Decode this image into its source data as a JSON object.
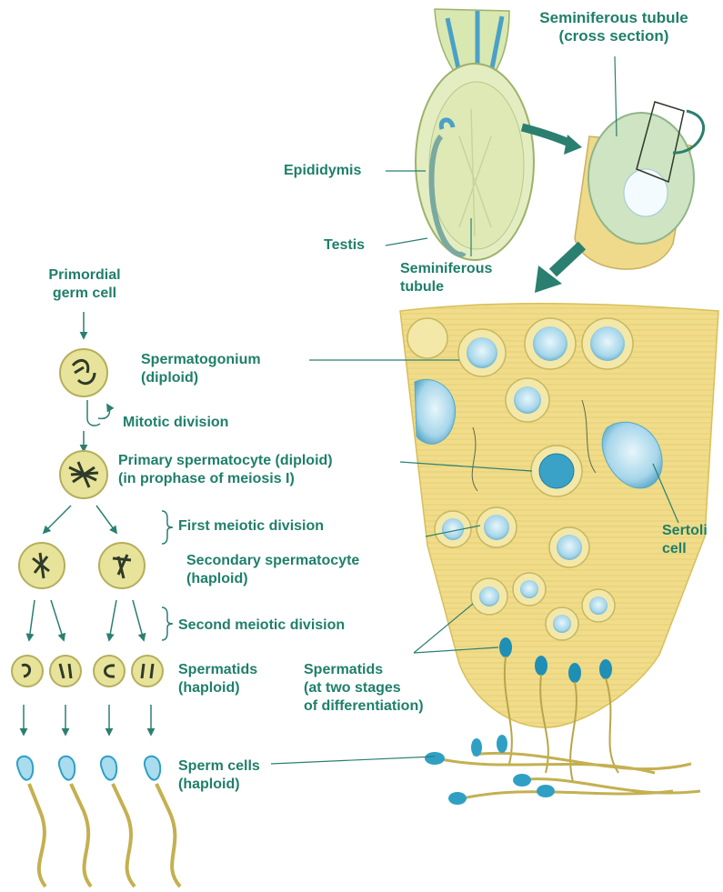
{
  "colors": {
    "label": "#1f7f6a",
    "tissue": "#f0dc8a",
    "tissue_edge": "#d8bf5a",
    "cell_fill": "#f2e7a6",
    "cell_edge": "#c7b760",
    "nucleus": "#9fd3e6",
    "nucleus_edge": "#5aa8c6",
    "chromosome": "#2e3a2a",
    "arrow": "#2b7f70",
    "sperm_head": "#2fa0c4",
    "sperm_tail": "#b9a64a"
  },
  "labels": {
    "seminiferous_tubule_cross": "Seminiferous tubule\n(cross section)",
    "epididymis": "Epididymis",
    "testis": "Testis",
    "seminiferous_tubule": "Seminiferous\ntubule",
    "primordial_germ_cell": "Primordial\ngerm cell",
    "spermatogonium": "Spermatogonium\n(diploid)",
    "mitotic_division": "Mitotic division",
    "primary_spermatocyte": "Primary spermatocyte (diploid)\n(in prophase of meiosis I)",
    "first_meiotic_division": "First meiotic division",
    "secondary_spermatocyte": "Secondary spermatocyte\n(haploid)",
    "second_meiotic_division": "Second meiotic division",
    "spermatids_left": "Spermatids\n(haploid)",
    "spermatids_right": "Spermatids\n(at two stages\nof differentiation)",
    "sperm_cells": "Sperm cells\n(haploid)",
    "sertoli_cell": "Sertoli\ncell"
  }
}
